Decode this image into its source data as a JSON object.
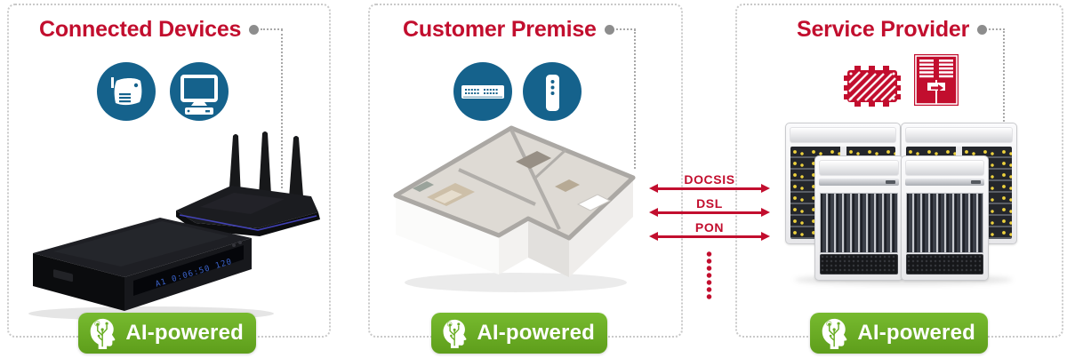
{
  "panels": [
    {
      "title": "Connected Devices",
      "badge_label": "AI-powered",
      "icons": [
        "wireless-gateway-icon",
        "tv-set-top-box-icon"
      ],
      "illustrations": [
        "set-top-box",
        "wifi-router"
      ],
      "stb_display": "A1  0:06:50  120"
    },
    {
      "title": "Customer Premise",
      "badge_label": "AI-powered",
      "icons": [
        "network-switch-icon",
        "gateway-tower-icon"
      ],
      "illustrations": [
        "isometric-house-floorplan"
      ]
    },
    {
      "title": "Service Provider",
      "badge_label": "AI-powered",
      "icons": [
        "access-node-icon",
        "street-cabinet-icon"
      ],
      "illustrations": [
        "server-racks"
      ]
    }
  ],
  "connections": {
    "labels": [
      "DOCSIS",
      "DSL",
      "PON"
    ],
    "more_indicator": "vertical-red-dots"
  },
  "colors": {
    "accent_red": "#c20e2e",
    "icon_blue": "#15628c",
    "badge_green": "#69ad24",
    "connector_gray": "#a8a8a8"
  }
}
